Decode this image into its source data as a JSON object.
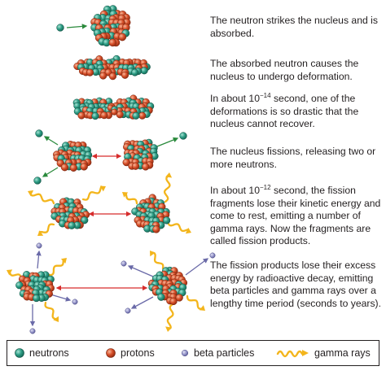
{
  "steps": [
    {
      "text": "The neutron strikes the nucleus and is absorbed."
    },
    {
      "text": "The absorbed neutron causes the nucleus to undergo deformation."
    },
    {
      "pre": "In about 10",
      "exp": "−14",
      "post": " second, one of the deformations is so drastic that the nucleus cannot recover."
    },
    {
      "text": "The nucleus fissions, releasing two or more neutrons."
    },
    {
      "pre": "In about 10",
      "exp": "−12",
      "post": " second, the fission fragments lose their kinetic energy and come to rest, emitting a number of gamma rays. Now the fragments are called fission products."
    },
    {
      "text": "The fission products lose their excess energy by radioactive decay, emitting beta particles and gamma rays over a lengthy time period (seconds to years)."
    }
  ],
  "legend": {
    "neutrons": "neutrons",
    "protons": "protons",
    "beta": "beta particles",
    "gamma": "gamma rays"
  },
  "colors": {
    "neutron": "#2e9e86",
    "proton": "#d8502a",
    "beta": "#8f8fc6",
    "gamma": "#f3b51c",
    "arrow_red": "#d62c2c",
    "arrow_green": "#2a8a3c",
    "arrow_purple": "#6a6aa8"
  }
}
